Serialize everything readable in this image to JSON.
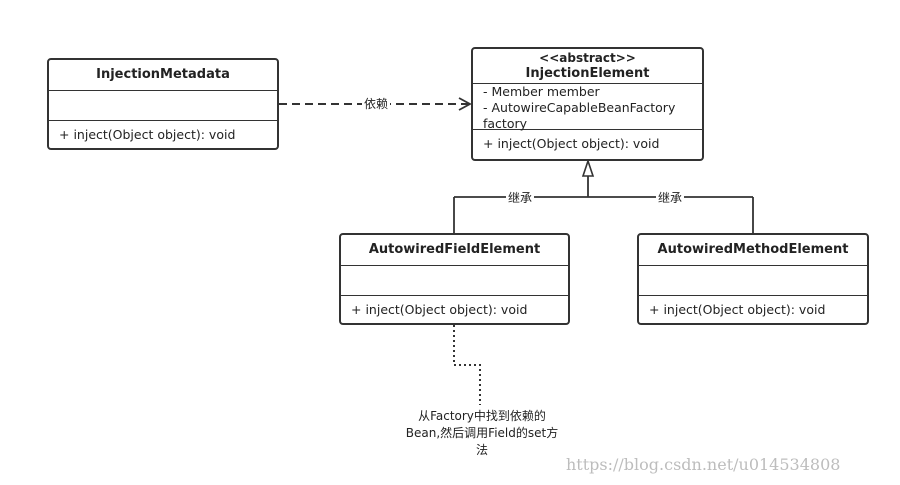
{
  "classes": {
    "injection_metadata": {
      "name": "InjectionMetadata",
      "operations": [
        "+ inject(Object object): void"
      ]
    },
    "injection_element": {
      "stereotype": "<<abstract>>",
      "name": "InjectionElement",
      "attributes": [
        "-  Member member",
        "-  AutowireCapableBeanFactory",
        "factory"
      ],
      "operations": [
        "+ inject(Object object): void"
      ]
    },
    "autowired_field_element": {
      "name": "AutowiredFieldElement",
      "operations": [
        "+ inject(Object object): void"
      ]
    },
    "autowired_method_element": {
      "name": "AutowiredMethodElement",
      "operations": [
        "+ inject(Object object): void"
      ]
    }
  },
  "relations": {
    "dependency_label": "依赖",
    "inherit_left_label": "继承",
    "inherit_right_label": "继承"
  },
  "note": {
    "line1": "从Factory中找到依赖的",
    "line2": "Bean,然后调用Field的set方",
    "line3": "法"
  },
  "watermark": "https://blog.csdn.net/u014534808"
}
